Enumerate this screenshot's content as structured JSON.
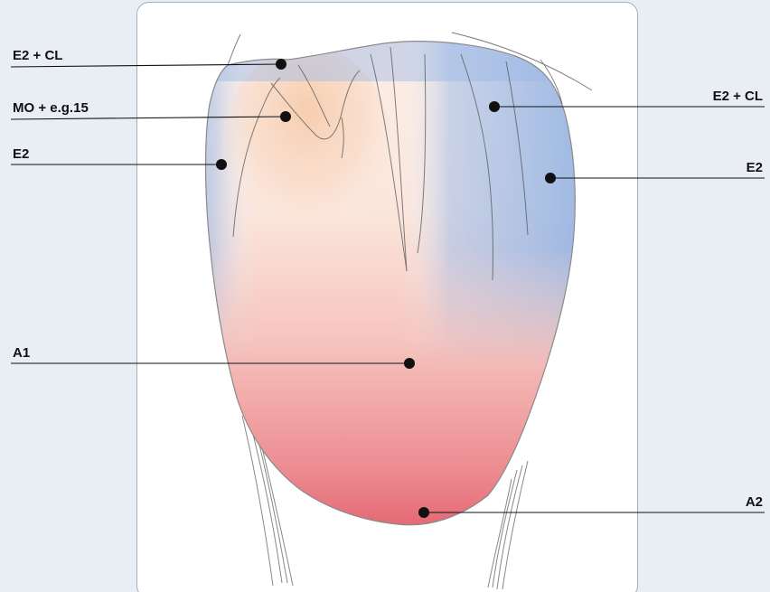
{
  "colors": {
    "enamel_blue": "#8fb0e2",
    "dentin_orange": "#f4b98c",
    "body_pink": "#f2b1ae",
    "cervical_red": "#e25a68",
    "leader_line": "#111111",
    "panel_border": "#9db0c4"
  },
  "layers": [
    {
      "id": "e2-cl-left",
      "label": "E2 + CL"
    },
    {
      "id": "mo-eg15",
      "label": "MO + e.g.15"
    },
    {
      "id": "e2-left",
      "label": "E2"
    },
    {
      "id": "e2-cl-right",
      "label": "E2 + CL"
    },
    {
      "id": "e2-right",
      "label": "E2"
    },
    {
      "id": "a1",
      "label": "A1"
    },
    {
      "id": "a2",
      "label": "A2"
    }
  ]
}
